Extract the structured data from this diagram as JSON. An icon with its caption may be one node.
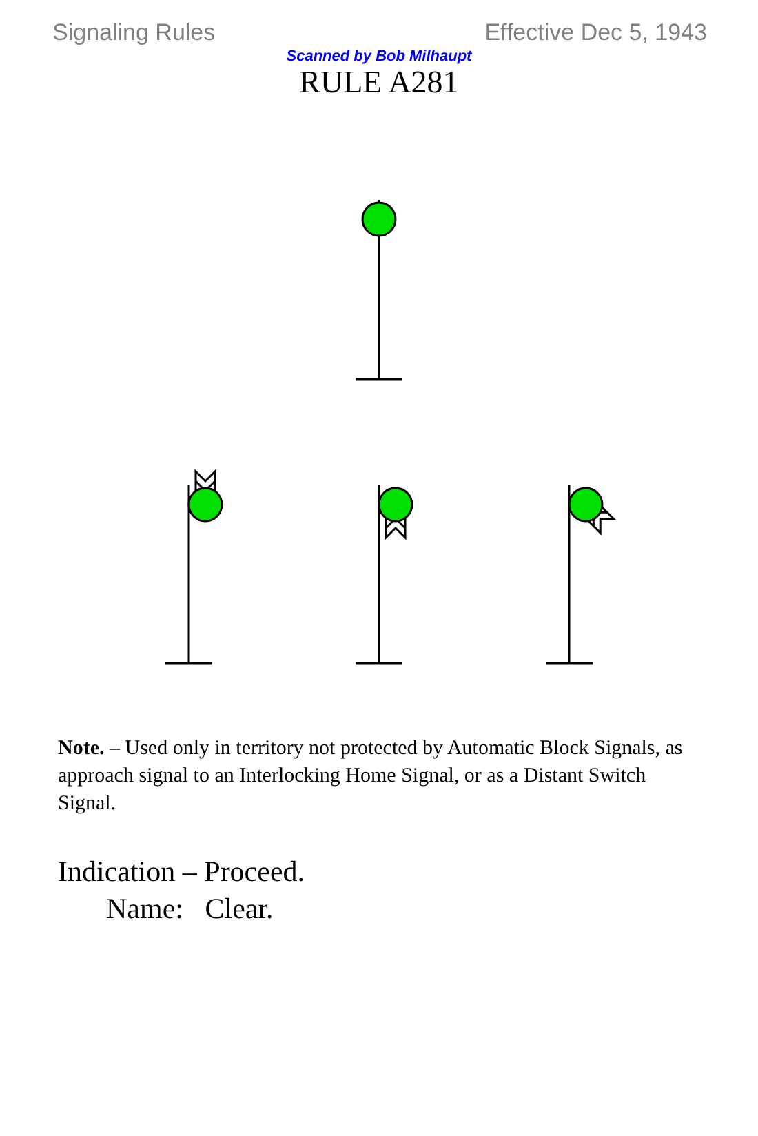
{
  "diagram": {
    "title": "RULE A281",
    "labels": [
      "Signaling Rules",
      "Effective Dec 5, 1943",
      "Scanned by Bob Milhaupt",
      "**Note.** – Used only in territory not protected by Automatic Block Signals, as approach signal to an Interlocking Home Signal, or as a Distant Switch Signal.",
      "Indication – Proceed.",
      "Name:   Clear."
    ]
  }
}
